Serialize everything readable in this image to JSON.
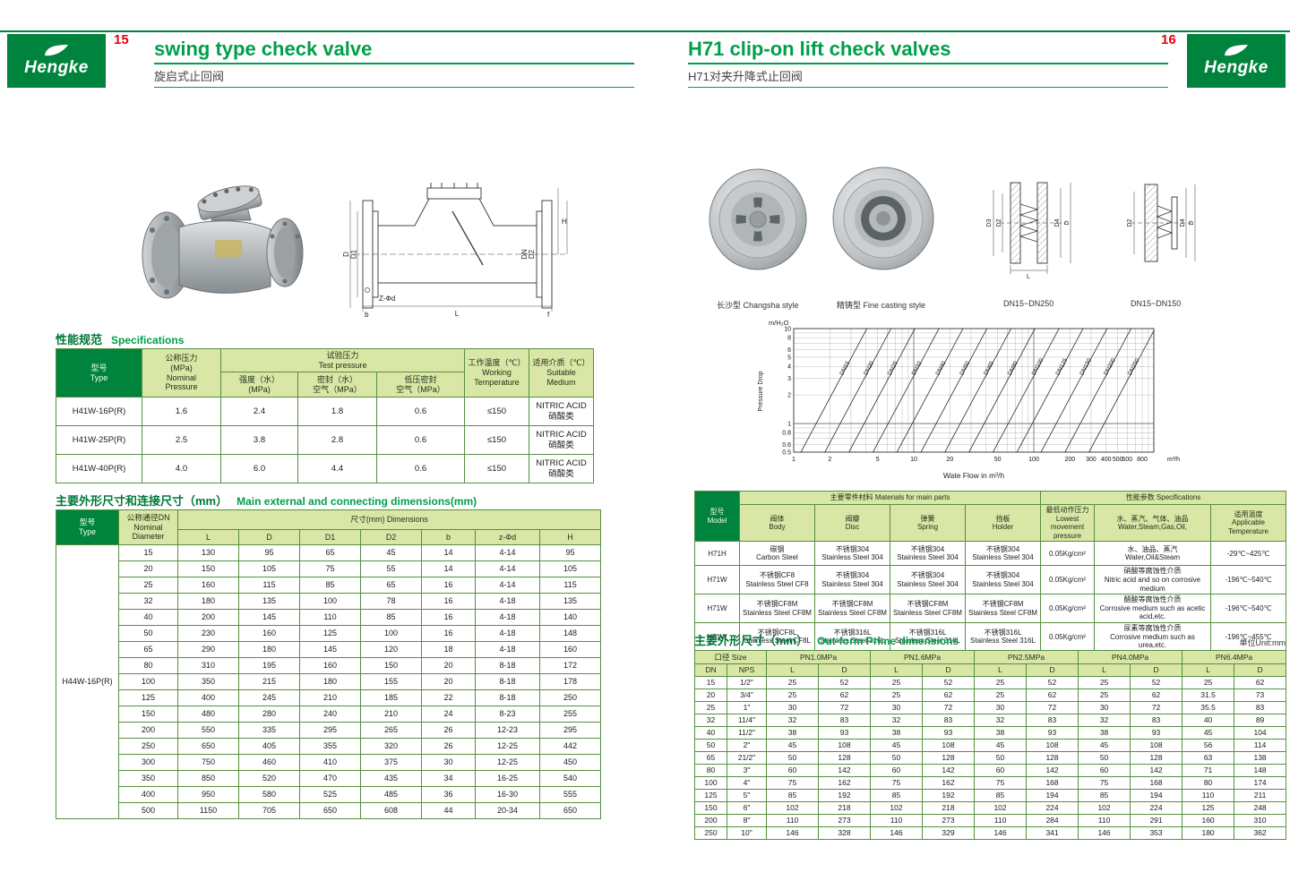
{
  "left": {
    "brand": "Hengke",
    "page_no": "15",
    "title_en": "swing type check valve",
    "title_zh": "旋启式止回阀",
    "spec": {
      "heading_zh": "性能规范",
      "heading_en": "Specifications",
      "header": {
        "type": "型号\nType",
        "nominal": "公称压力\n(MPa)\nNominal\nPressure",
        "test": "试验压力\nTest pressure",
        "strength": "强度（水）\n(MPa)",
        "seal": "密封（水）\n空气（MPa）",
        "low": "低压密封\n空气（MPa）",
        "working": "工作温度（℃）\nWorking\nTemperature",
        "medium": "适用介质（℃）\nSuitable\nMedium"
      },
      "rows": [
        [
          "H41W-16P(R)",
          "1.6",
          "2.4",
          "1.8",
          "0.6",
          "≤150",
          "NITRIC ACID\n硝酸类"
        ],
        [
          "H41W-25P(R)",
          "2.5",
          "3.8",
          "2.8",
          "0.6",
          "≤150",
          "NITRIC ACID\n硝酸类"
        ],
        [
          "H41W-40P(R)",
          "4.0",
          "6.0",
          "4.4",
          "0.6",
          "≤150",
          "NITRIC ACID\n硝酸类"
        ]
      ]
    },
    "dims": {
      "heading_zh": "主要外形尺寸和连接尺寸（mm）",
      "heading_en": "Main external and connecting dimensions(mm)",
      "header": {
        "type": "型号\nType",
        "dn": "公称通径DN\nNominal\nDiameter",
        "group": "尺寸(mm) Dimensions"
      },
      "cols": [
        "L",
        "D",
        "D1",
        "D2",
        "b",
        "z-Φd",
        "H"
      ],
      "rows": [
        [
          {
            "t": "H44W-16P(R)",
            "rs": 17,
            "cl": "model"
          },
          "15",
          "130",
          "95",
          "65",
          "45",
          "14",
          "4-14",
          "95"
        ],
        [
          "20",
          "150",
          "105",
          "75",
          "55",
          "14",
          "4-14",
          "105"
        ],
        [
          "25",
          "160",
          "115",
          "85",
          "65",
          "16",
          "4-14",
          "115"
        ],
        [
          "32",
          "180",
          "135",
          "100",
          "78",
          "16",
          "4-18",
          "135"
        ],
        [
          "40",
          "200",
          "145",
          "110",
          "85",
          "16",
          "4-18",
          "140"
        ],
        [
          "50",
          "230",
          "160",
          "125",
          "100",
          "16",
          "4-18",
          "148"
        ],
        [
          "65",
          "290",
          "180",
          "145",
          "120",
          "18",
          "4-18",
          "160"
        ],
        [
          "80",
          "310",
          "195",
          "160",
          "150",
          "20",
          "8-18",
          "172"
        ],
        [
          "100",
          "350",
          "215",
          "180",
          "155",
          "20",
          "8-18",
          "178"
        ],
        [
          "125",
          "400",
          "245",
          "210",
          "185",
          "22",
          "8-18",
          "250"
        ],
        [
          "150",
          "480",
          "280",
          "240",
          "210",
          "24",
          "8-23",
          "255"
        ],
        [
          "200",
          "550",
          "335",
          "295",
          "265",
          "26",
          "12-23",
          "295"
        ],
        [
          "250",
          "650",
          "405",
          "355",
          "320",
          "26",
          "12-25",
          "442"
        ],
        [
          "300",
          "750",
          "460",
          "410",
          "375",
          "30",
          "12-25",
          "450"
        ],
        [
          "350",
          "850",
          "520",
          "470",
          "435",
          "34",
          "16-25",
          "540"
        ],
        [
          "400",
          "950",
          "580",
          "525",
          "485",
          "36",
          "16-30",
          "555"
        ],
        [
          "500",
          "1150",
          "705",
          "650",
          "608",
          "44",
          "20-34",
          "650"
        ]
      ]
    },
    "drawing_labels": {
      "d": "D",
      "d1": "D1",
      "dn": "DN",
      "d2": "D2",
      "h": "H",
      "zphid": "Z-Φd",
      "l": "L",
      "b": "b",
      "f": "f"
    }
  },
  "right": {
    "brand": "Hengke",
    "page_no": "16",
    "title_en": "H71 clip-on lift check valves",
    "title_zh": "H71对夹升降式止回阀",
    "captions": [
      "长沙型 Changsha style",
      "精铸型 Fine casting style",
      "DN15~DN250",
      "DN15~DN150"
    ],
    "drawings": {
      "d1": [
        "D3",
        "D2",
        "D4",
        "D",
        "L"
      ],
      "d2": [
        "D2",
        "D4",
        "D"
      ]
    },
    "chart": {
      "y_unit": "m/H₂O",
      "y_axis": "Pressure Drop",
      "x_axis": "Wate Flow in m³/h",
      "x_unit": "m³/h",
      "y_ticks": [
        "10",
        "8",
        "6",
        "5",
        "4",
        "3",
        "2",
        "1",
        "0.8",
        "0.6",
        "0.5"
      ],
      "x_ticks": [
        "1",
        "2",
        "5",
        "10",
        "20",
        "50",
        "100",
        "200",
        "300",
        "400",
        "500",
        "600",
        "800"
      ],
      "lines": [
        "DN15",
        "DN20",
        "DN25",
        "DN32",
        "DN40",
        "DN50",
        "DN65",
        "DN80",
        "DN100",
        "DN125",
        "DN150",
        "DN200",
        "DN250"
      ]
    },
    "materials": {
      "header": {
        "model": "型号\nModel",
        "group_materials": "主要零件材料 Materials for main parts",
        "group_specs": "性能参数 Specifications",
        "body": "阀体\nBody",
        "disc": "阀瓣\nDisc",
        "spring": "弹簧\nSpring",
        "holder": "挡板\nHolder",
        "lowest": "最低动作压力\nLowest movement\npressure",
        "medium": "水、蒸汽、气体、油品\nWater,Steam,Gas,Oil,",
        "temp": "适用温度\nApplicable\nTemperature"
      },
      "rows": [
        [
          "H71H",
          "碳钢\nCarbon Steel",
          "不锈钢304\nStainless Steel 304",
          "不锈钢304\nStainless Steel 304",
          "不锈钢304\nStainless Steel 304",
          "0.05Kg/cm²",
          "水、油品、蒸汽\nWater,Oil&Steam",
          "-29℃~425℃"
        ],
        [
          "H71W",
          "不锈钢CF8\nStainless Steel CF8",
          "不锈钢304\nStainless Steel 304",
          "不锈钢304\nStainless Steel 304",
          "不锈钢304\nStainless Steel 304",
          "0.05Kg/cm²",
          "硝酸等腐蚀性介质\nNitric acid and so on corrosive medium",
          "-196℃~540℃"
        ],
        [
          "H71W",
          "不锈钢CF8M\nStainless Steel CF8M",
          "不锈钢CF8M\nStainless Steel CF8M",
          "不锈钢CF8M\nStainless Steel CF8M",
          "不锈钢CF8M\nStainless Steel CF8M",
          "0.05Kg/cm²",
          "醋酸等腐蚀性介质\nCorrosive medium such as acetic acid,etc.",
          "-196℃~540℃"
        ],
        [
          "H71W",
          "不锈钢CF8L\nStainless Steel CF8L",
          "不锈钢316L\nStainless Steel 316L",
          "不锈钢316L\nStainless Steel 316L",
          "不锈钢316L\nStainless Steel 316L",
          "0.05Kg/cm²",
          "尿素等腐蚀性介质\nCorrosive medium such as urea,etc.",
          "-196℃~455℃"
        ]
      ]
    },
    "outform": {
      "heading_zh": "主要外形尺寸（mm）",
      "heading_en": "Out-form Prime dimensions",
      "unit": "单位Unit:mm",
      "groups": [
        "口径 Size",
        "PN1.0MPa",
        "PN1.6MPa",
        "PN2.5MPa",
        "PN4.0MPa",
        "PN6.4MPa"
      ],
      "sub": [
        "DN",
        "NPS",
        "L",
        "D",
        "L",
        "D",
        "L",
        "D",
        "L",
        "D",
        "L",
        "D"
      ],
      "rows": [
        [
          "15",
          "1/2\"",
          "25",
          "52",
          "25",
          "52",
          "25",
          "52",
          "25",
          "52",
          "25",
          "62"
        ],
        [
          "20",
          "3/4\"",
          "25",
          "62",
          "25",
          "62",
          "25",
          "62",
          "25",
          "62",
          "31.5",
          "73"
        ],
        [
          "25",
          "1\"",
          "30",
          "72",
          "30",
          "72",
          "30",
          "72",
          "30",
          "72",
          "35.5",
          "83"
        ],
        [
          "32",
          "11/4\"",
          "32",
          "83",
          "32",
          "83",
          "32",
          "83",
          "32",
          "83",
          "40",
          "89"
        ],
        [
          "40",
          "11/2\"",
          "38",
          "93",
          "38",
          "93",
          "38",
          "93",
          "38",
          "93",
          "45",
          "104"
        ],
        [
          "50",
          "2\"",
          "45",
          "108",
          "45",
          "108",
          "45",
          "108",
          "45",
          "108",
          "56",
          "114"
        ],
        [
          "65",
          "21/2\"",
          "50",
          "128",
          "50",
          "128",
          "50",
          "128",
          "50",
          "128",
          "63",
          "138"
        ],
        [
          "80",
          "3\"",
          "60",
          "142",
          "60",
          "142",
          "60",
          "142",
          "60",
          "142",
          "71",
          "148"
        ],
        [
          "100",
          "4\"",
          "75",
          "162",
          "75",
          "162",
          "75",
          "168",
          "75",
          "168",
          "80",
          "174"
        ],
        [
          "125",
          "5\"",
          "85",
          "192",
          "85",
          "192",
          "85",
          "194",
          "85",
          "194",
          "110",
          "211"
        ],
        [
          "150",
          "6\"",
          "102",
          "218",
          "102",
          "218",
          "102",
          "224",
          "102",
          "224",
          "125",
          "248"
        ],
        [
          "200",
          "8\"",
          "110",
          "273",
          "110",
          "273",
          "110",
          "284",
          "110",
          "291",
          "160",
          "310"
        ],
        [
          "250",
          "10\"",
          "146",
          "328",
          "146",
          "329",
          "146",
          "341",
          "146",
          "353",
          "180",
          "362"
        ]
      ]
    }
  }
}
